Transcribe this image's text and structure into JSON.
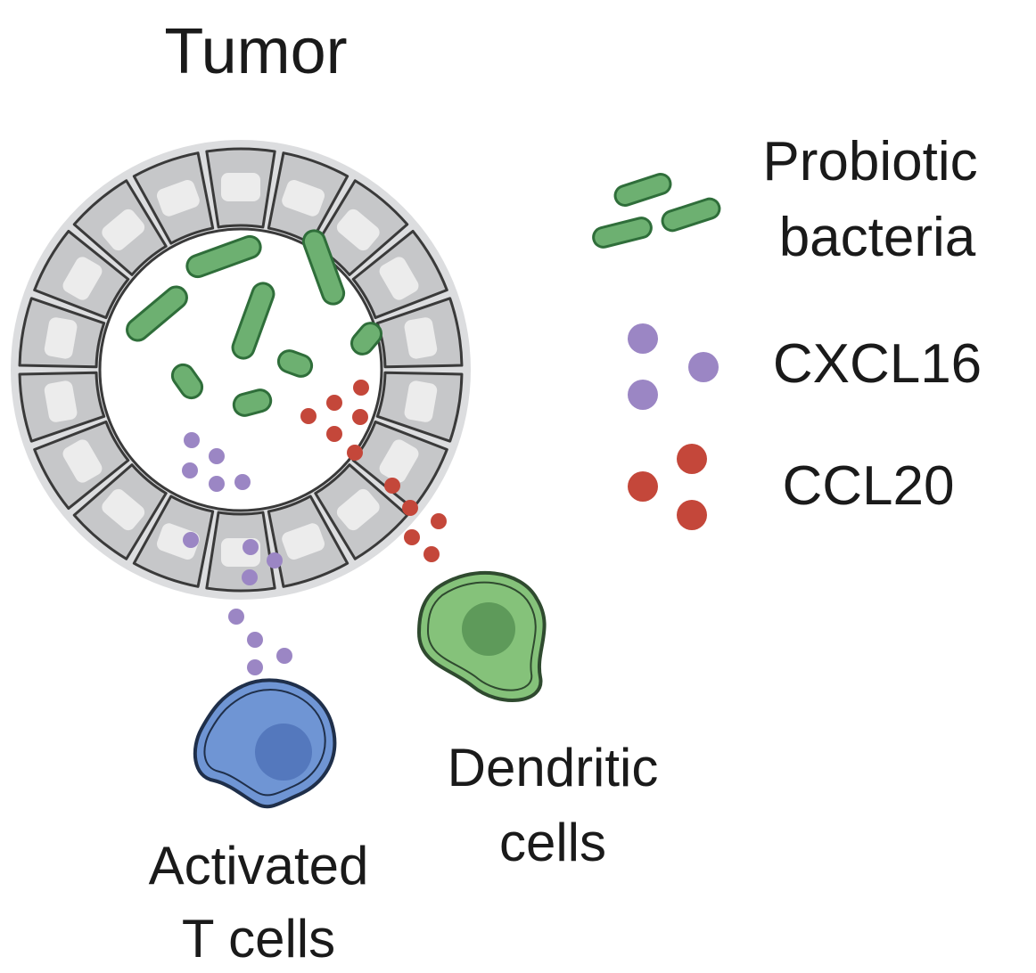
{
  "labels": {
    "tumor": "Tumor",
    "probiotic_line1": "Probiotic",
    "probiotic_line2": "bacteria",
    "cxcl16": "CXCL16",
    "ccl20": "CCL20",
    "dendritic_line1": "Dendritic",
    "dendritic_line2": "cells",
    "tcell_line1": "Activated",
    "tcell_line2": "T cells"
  },
  "colors": {
    "bacteria_fill": "#6db071",
    "bacteria_stroke": "#2f6e3a",
    "cxcl16": "#9b86c4",
    "ccl20": "#c4473a",
    "tumor_cell_fill": "#c6c7c9",
    "tumor_cell_nucleus": "#ececec",
    "tumor_halo": "#dcdddf",
    "outline": "#3a3a3a",
    "dendritic_fill": "#85c27a",
    "dendritic_nucleus": "#5e9a5a",
    "tcell_fill": "#6f95d4",
    "tcell_nucleus": "#5478bd"
  },
  "icons": [
    "tumor-cross-section-icon",
    "bacteria-icon",
    "dendritic-cell-icon",
    "t-cell-icon",
    "chemokine-dot-icon"
  ]
}
